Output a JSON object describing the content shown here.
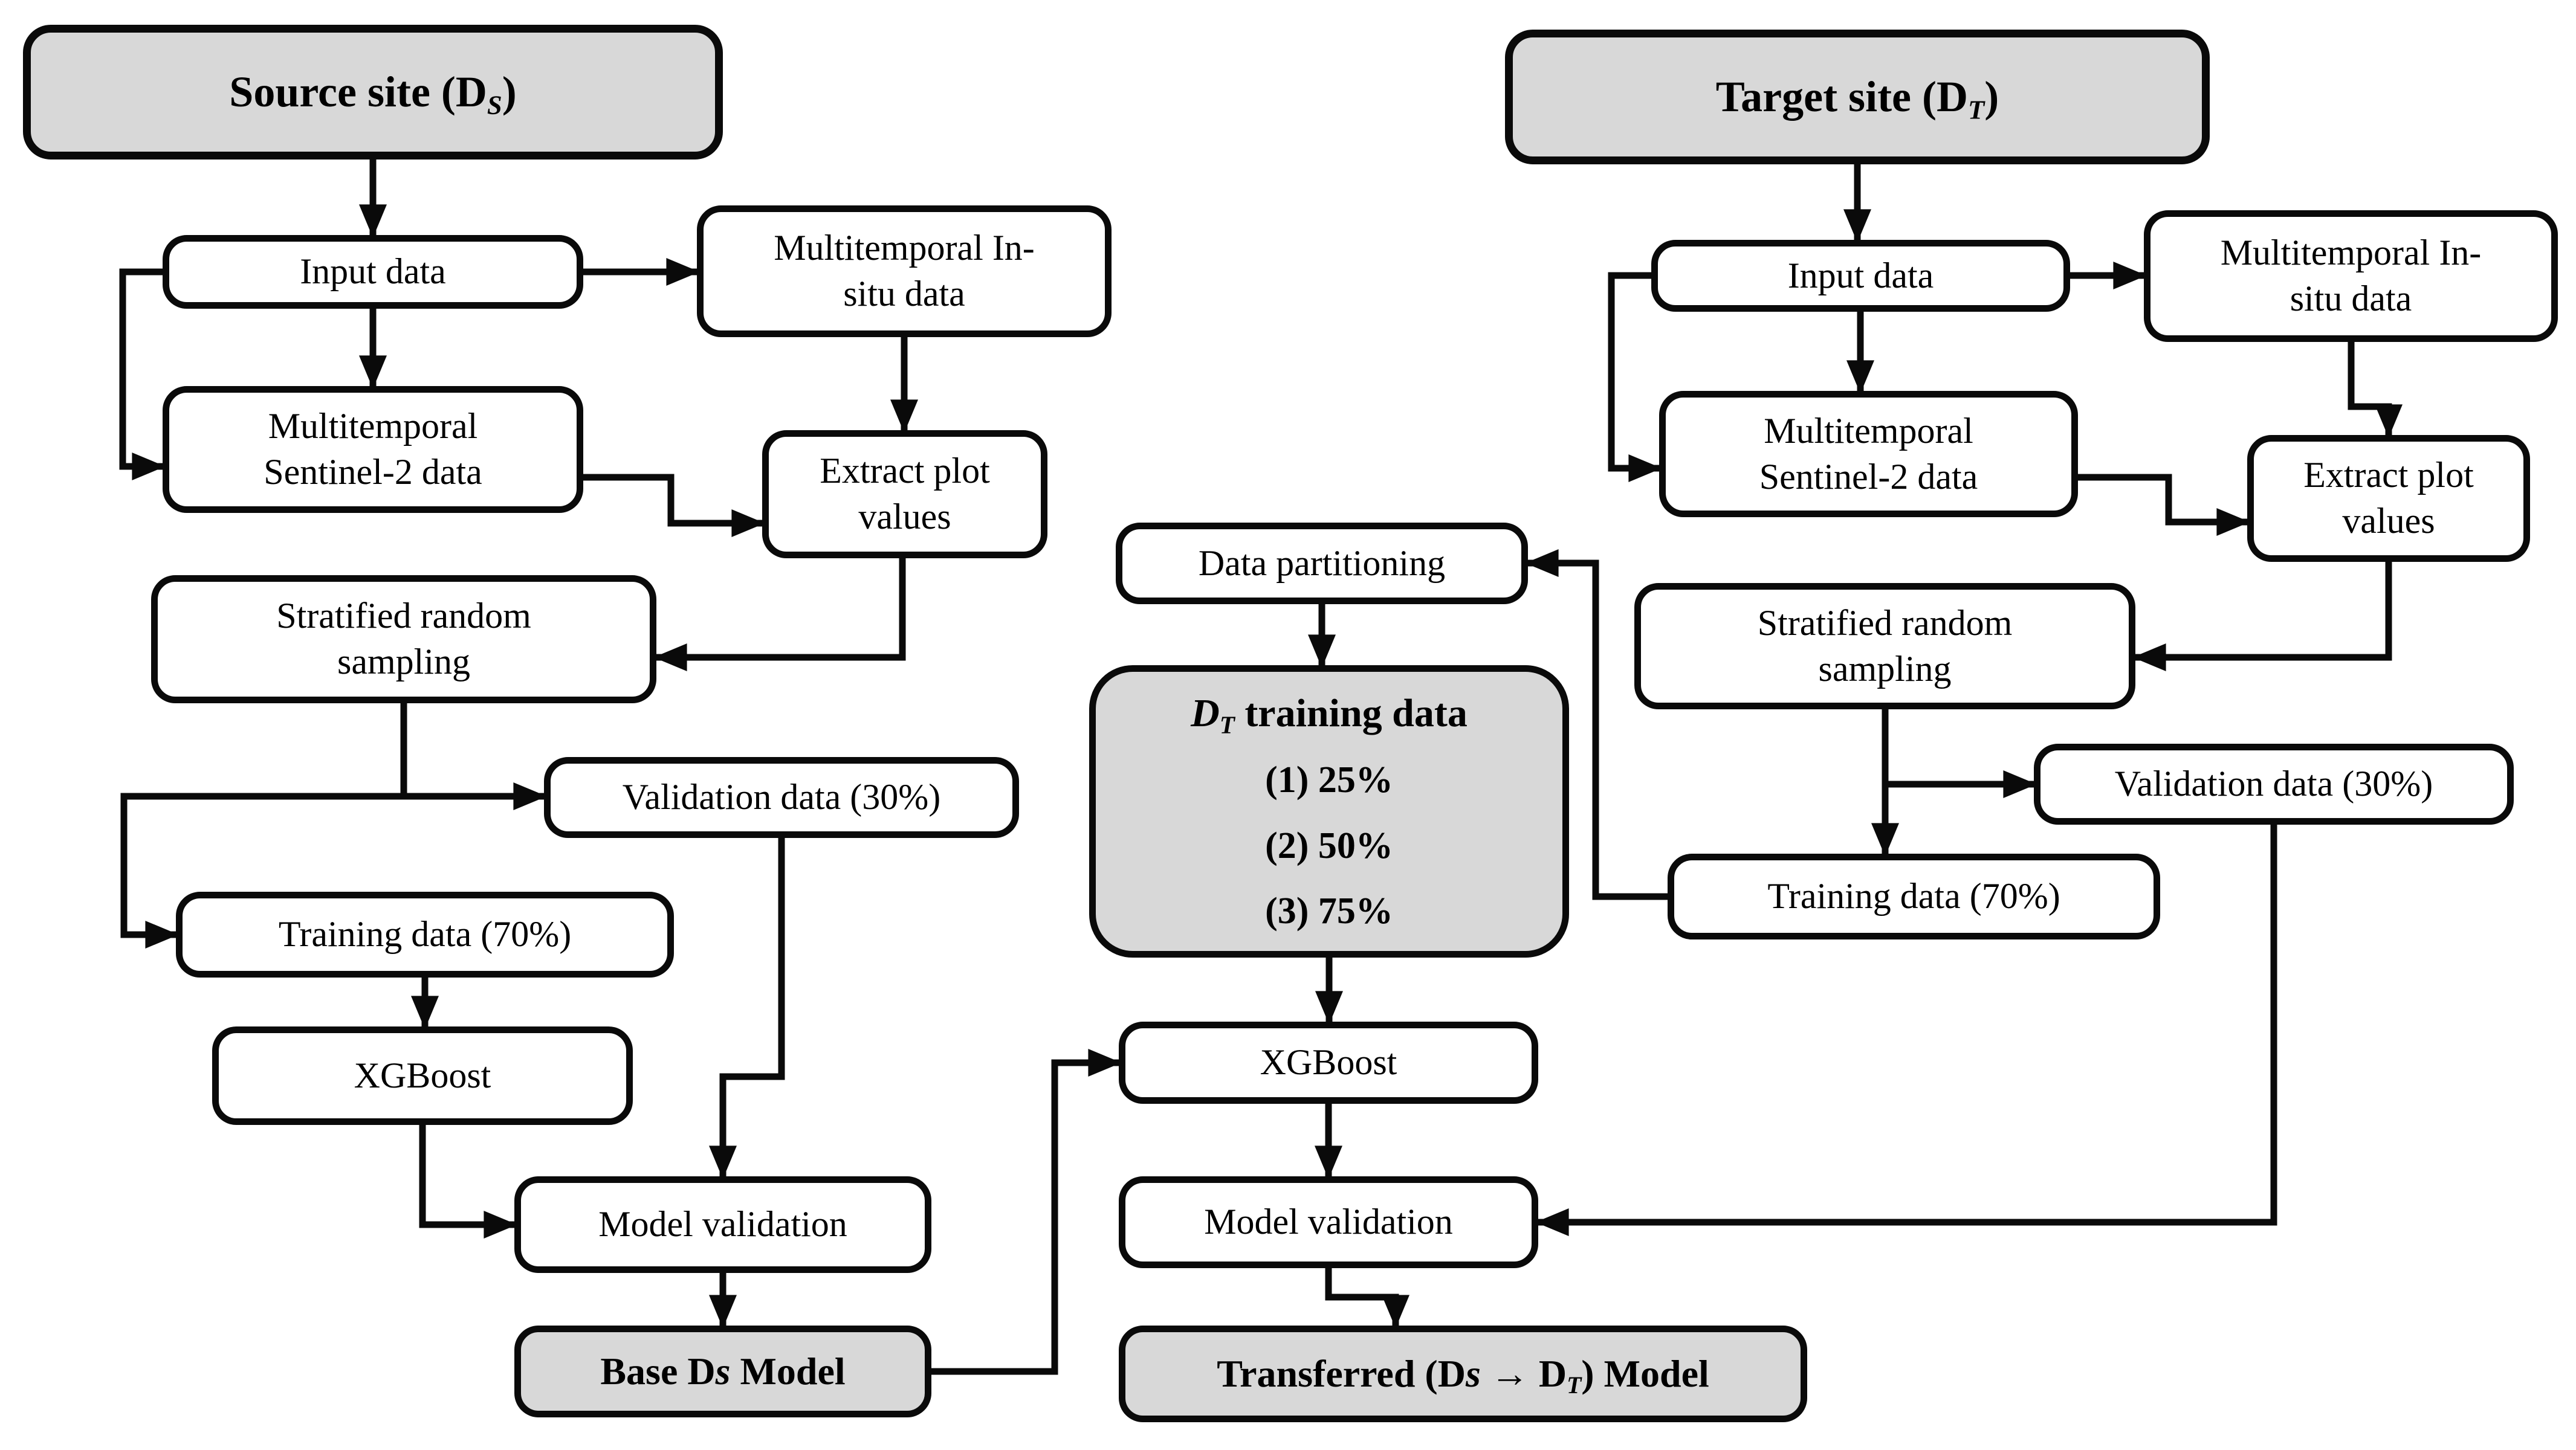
{
  "colors": {
    "node_gray": "#d8d8d8",
    "node_white": "#ffffff",
    "stroke": "#0a0a0a",
    "background": "#ffffff"
  },
  "nodes": {
    "source_site": {
      "pre": "Source site (D",
      "sub": "S",
      "post": ")"
    },
    "target_site": {
      "pre": "Target site (D",
      "sub": "T",
      "post": ")"
    },
    "l_input": {
      "lines": [
        "Input data"
      ]
    },
    "l_insitu": {
      "lines": [
        "Multitemporal In-",
        "situ data"
      ]
    },
    "l_sentinel": {
      "lines": [
        "Multitemporal",
        "Sentinel-2 data"
      ]
    },
    "l_extract": {
      "lines": [
        "Extract plot",
        "values"
      ]
    },
    "l_stratified": {
      "lines": [
        "Stratified random",
        "sampling"
      ]
    },
    "l_validation": {
      "lines": [
        "Validation data (30%)"
      ]
    },
    "l_training": {
      "lines": [
        "Training data (70%)"
      ]
    },
    "l_xgboost": {
      "lines": [
        "XGBoost"
      ]
    },
    "l_modelval": {
      "lines": [
        "Model validation"
      ]
    },
    "base_model": {
      "pre": "Base D",
      "s": "s",
      "post": " Model"
    },
    "data_partitioning": {
      "lines": [
        "Data partitioning"
      ]
    },
    "dt_training": {
      "d": "D",
      "sub": "T",
      "rest": " training data",
      "items": [
        "(1) 25%",
        "(2) 50%",
        "(3) 75%"
      ]
    },
    "m_xgboost": {
      "lines": [
        "XGBoost"
      ]
    },
    "m_modelval": {
      "lines": [
        "Model validation"
      ]
    },
    "transferred": {
      "pre": "Transferred (D",
      "s": "s",
      "mid": " → D",
      "sub": "T",
      "post": ") Model"
    },
    "r_input": {
      "lines": [
        "Input data"
      ]
    },
    "r_insitu": {
      "lines": [
        "Multitemporal In-",
        "situ data"
      ]
    },
    "r_sentinel": {
      "lines": [
        "Multitemporal",
        "Sentinel-2 data"
      ]
    },
    "r_extract": {
      "lines": [
        "Extract plot",
        "values"
      ]
    },
    "r_stratified": {
      "lines": [
        "Stratified random",
        "sampling"
      ]
    },
    "r_validation": {
      "lines": [
        "Validation data (30%)"
      ]
    },
    "r_training": {
      "lines": [
        "Training data (70%)"
      ]
    }
  }
}
